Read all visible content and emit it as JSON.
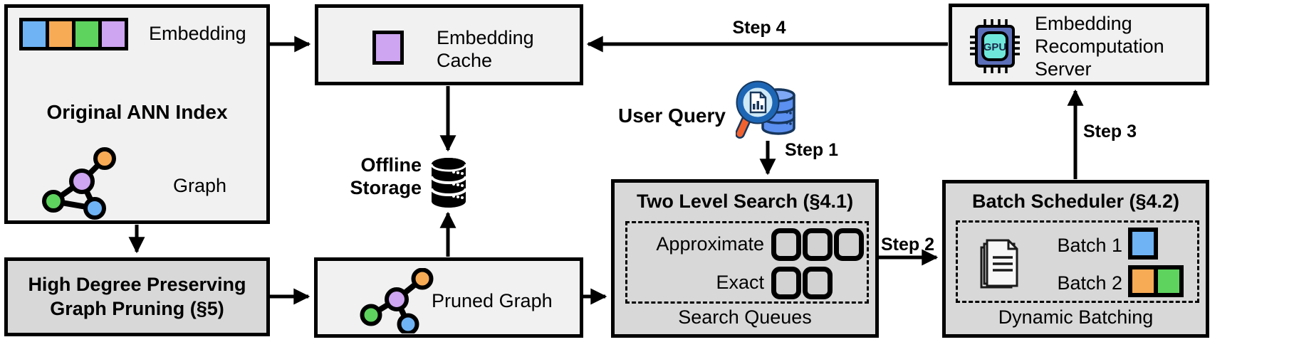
{
  "diagram": {
    "colors": {
      "box_light": "#f1f1f2",
      "box_dark": "#d8d8d8",
      "blue": "#6FB3F4",
      "orange": "#F8AB55",
      "green": "#5ED35E",
      "purple": "#CDA5F0",
      "gpu_body": "#5B6EB8",
      "gpu_core": "#6FE8DB",
      "magnifier_rim": "#1D66B5",
      "magnifier_handle": "#F2622E",
      "query_db": "#5B8FF0"
    },
    "ann_index": {
      "title": "Original ANN Index",
      "embedding_label": "Embedding",
      "graph_label": "Graph"
    },
    "embedding_cache": {
      "label": "Embedding Cache"
    },
    "offline_storage": {
      "label": "Offline Storage"
    },
    "user_query": {
      "label": "User Query"
    },
    "two_level_search": {
      "title": "Two Level Search (§4.1)",
      "approximate_label": "Approximate",
      "exact_label": "Exact",
      "footer": "Search Queues"
    },
    "batch_scheduler": {
      "title": "Batch Scheduler (§4.2)",
      "batch1_label": "Batch 1",
      "batch2_label": "Batch 2",
      "footer": "Dynamic Batching"
    },
    "server": {
      "label": "Embedding Recomputation Server",
      "gpu_label": "GPU"
    },
    "graph_pruning": {
      "title": "High Degree Preserving Graph Pruning (§5)"
    },
    "pruned_graph": {
      "label": "Pruned Graph"
    },
    "steps": {
      "step1": "Step 1",
      "step2": "Step 2",
      "step3": "Step 3",
      "step4": "Step 4"
    }
  }
}
